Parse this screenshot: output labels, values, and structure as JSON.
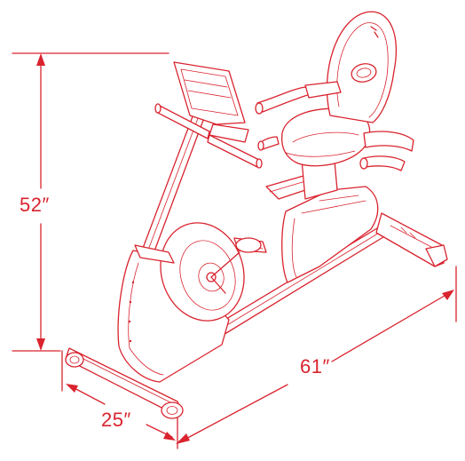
{
  "diagram": {
    "dimensions": {
      "height": {
        "label": "52″"
      },
      "length": {
        "label": "61″"
      },
      "width": {
        "label": "25″"
      }
    },
    "colors": {
      "ink": "#d9232e",
      "background": "#ffffff"
    }
  }
}
